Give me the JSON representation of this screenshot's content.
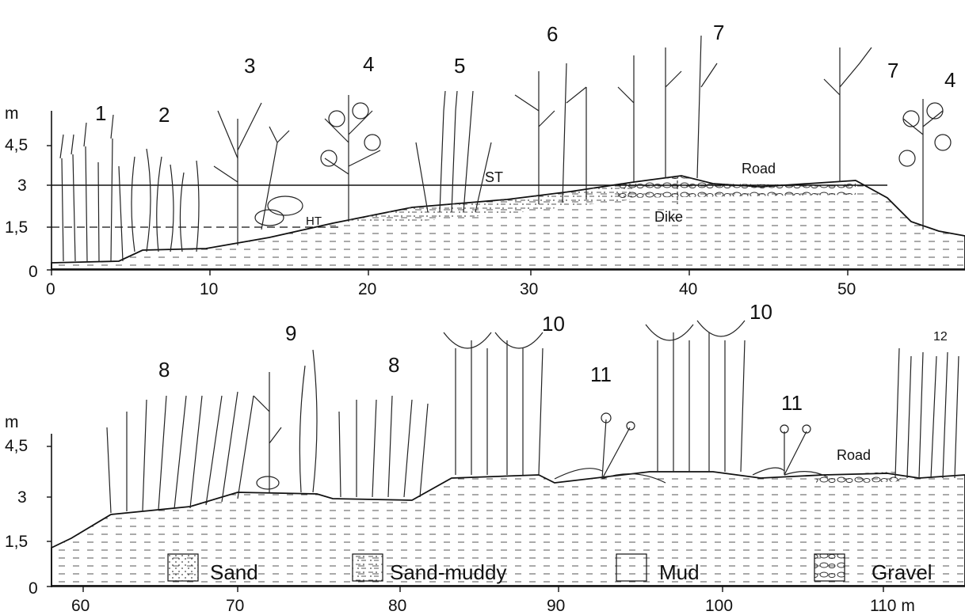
{
  "panel_top": {
    "y_unit": "m",
    "y_ticks": [
      "4,5",
      "3",
      "1,5",
      "0"
    ],
    "x_ticks": [
      "0",
      "10",
      "20",
      "30",
      "40",
      "50"
    ],
    "zone_numbers": [
      "1",
      "2",
      "3",
      "4",
      "5",
      "6",
      "7",
      "7",
      "4"
    ],
    "labels": {
      "st": "ST",
      "ht": "HT",
      "road": "Road",
      "dike": "Dike"
    }
  },
  "panel_bottom": {
    "y_unit": "m",
    "y_ticks": [
      "4,5",
      "3",
      "1,5",
      "0"
    ],
    "x_ticks": [
      "60",
      "70",
      "80",
      "90",
      "100",
      "110 m"
    ],
    "zone_numbers": [
      "8",
      "9",
      "8",
      "10",
      "11",
      "10",
      "11",
      "12"
    ],
    "labels": {
      "road": "Road"
    }
  },
  "legend": [
    {
      "label": "Sand",
      "pattern": "sand-dots"
    },
    {
      "label": "Sand-muddy",
      "pattern": "sand-muddy"
    },
    {
      "label": "Mud",
      "pattern": "mud-dashes"
    },
    {
      "label": "Gravel",
      "pattern": "gravel"
    }
  ]
}
